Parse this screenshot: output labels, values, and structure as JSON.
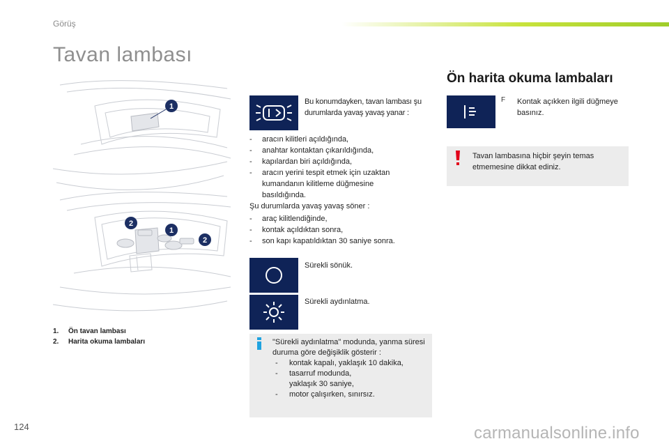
{
  "header": {
    "section": "Görüş"
  },
  "page": {
    "title": "Tavan lambası",
    "number": "124"
  },
  "illustration": {
    "badges": [
      "1",
      "2",
      "1",
      "2"
    ]
  },
  "captions": [
    {
      "num": "1.",
      "text": "Ön tavan lambası"
    },
    {
      "num": "2.",
      "text": "Harita okuma lambaları"
    }
  ],
  "door_mode": {
    "intro": "Bu konumdayken, tavan lambası şu durumlarda yavaş yavaş yanar :",
    "on_list": [
      "aracın kilitleri açıldığında,",
      "anahtar kontaktan çıkarıldığında,",
      "kapılardan biri açıldığında,",
      "aracın yerini tespit etmek için uzaktan kumandanın kilitleme düğmesine basıldığında."
    ],
    "off_intro": "Şu durumlarda yavaş yavaş söner :",
    "off_list": [
      "araç kilitlendiğinde,",
      "kontak açıldıktan sonra,",
      "son kapı kapatıldıktan 30 saniye sonra."
    ]
  },
  "always_off": {
    "label": "Sürekli sönük."
  },
  "always_on": {
    "label": "Sürekli aydınlatma."
  },
  "info_note": {
    "intro": "\"Sürekli aydınlatma\" modunda, yanma süresi duruma göre değişiklik gösterir :",
    "items": [
      "kontak kapalı, yaklaşık 10 dakika,",
      "tasarruf modunda, yaklaşık 30 saniye,",
      "motor çalışırken, sınırsız."
    ]
  },
  "reading_lamps": {
    "heading": "Ön harita okuma lambaları",
    "bullet_icon": "F",
    "instruction": "Kontak açıkken ilgili düğmeye basınız.",
    "warning": "Tavan lambasına hiçbir şeyin temas etmemesine dikkat ediniz."
  },
  "watermark": "carmanualsonline.info",
  "colors": {
    "icon_bg": "#0f2357",
    "accent_green": "#9fcd2a",
    "note_bg": "#ececec",
    "warning_red": "#e2001a",
    "info_blue": "#1fa3e0"
  },
  "icons": [
    "door-light-icon",
    "circle-off-icon",
    "sun-icon",
    "reading-lamp-icon",
    "info-icon",
    "warning-icon"
  ]
}
